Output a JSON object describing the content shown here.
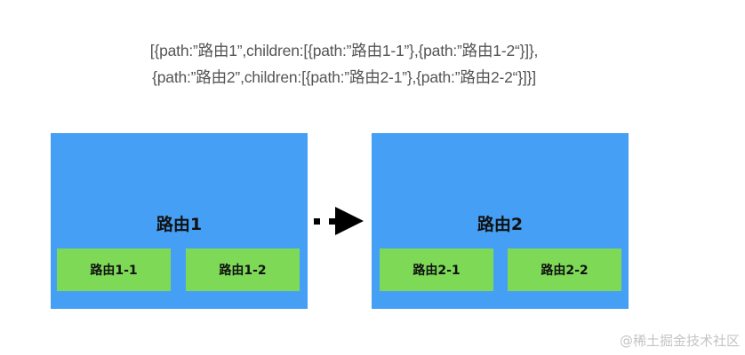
{
  "code_text": {
    "line1": "[{path:”路由1”,children:[{path:”路由1-1”},{path:”路由1-2“}]},",
    "line2": "{path:”路由2”,children:[{path:”路由2-1”},{path:”路由2-2“}]}]"
  },
  "routes": [
    {
      "label": "路由1",
      "children": [
        {
          "label": "路由1-1"
        },
        {
          "label": "路由1-2"
        }
      ]
    },
    {
      "label": "路由2",
      "children": [
        {
          "label": "路由2-1"
        },
        {
          "label": "路由2-2"
        }
      ]
    }
  ],
  "arrow": {
    "icon": "dashed-right-arrow-icon"
  },
  "watermark": "@稀土掘金技术社区",
  "colors": {
    "route_bg": "#45a0f5",
    "child_bg": "#7ed957",
    "code_text": "#555555",
    "watermark": "#c4c4c4"
  }
}
